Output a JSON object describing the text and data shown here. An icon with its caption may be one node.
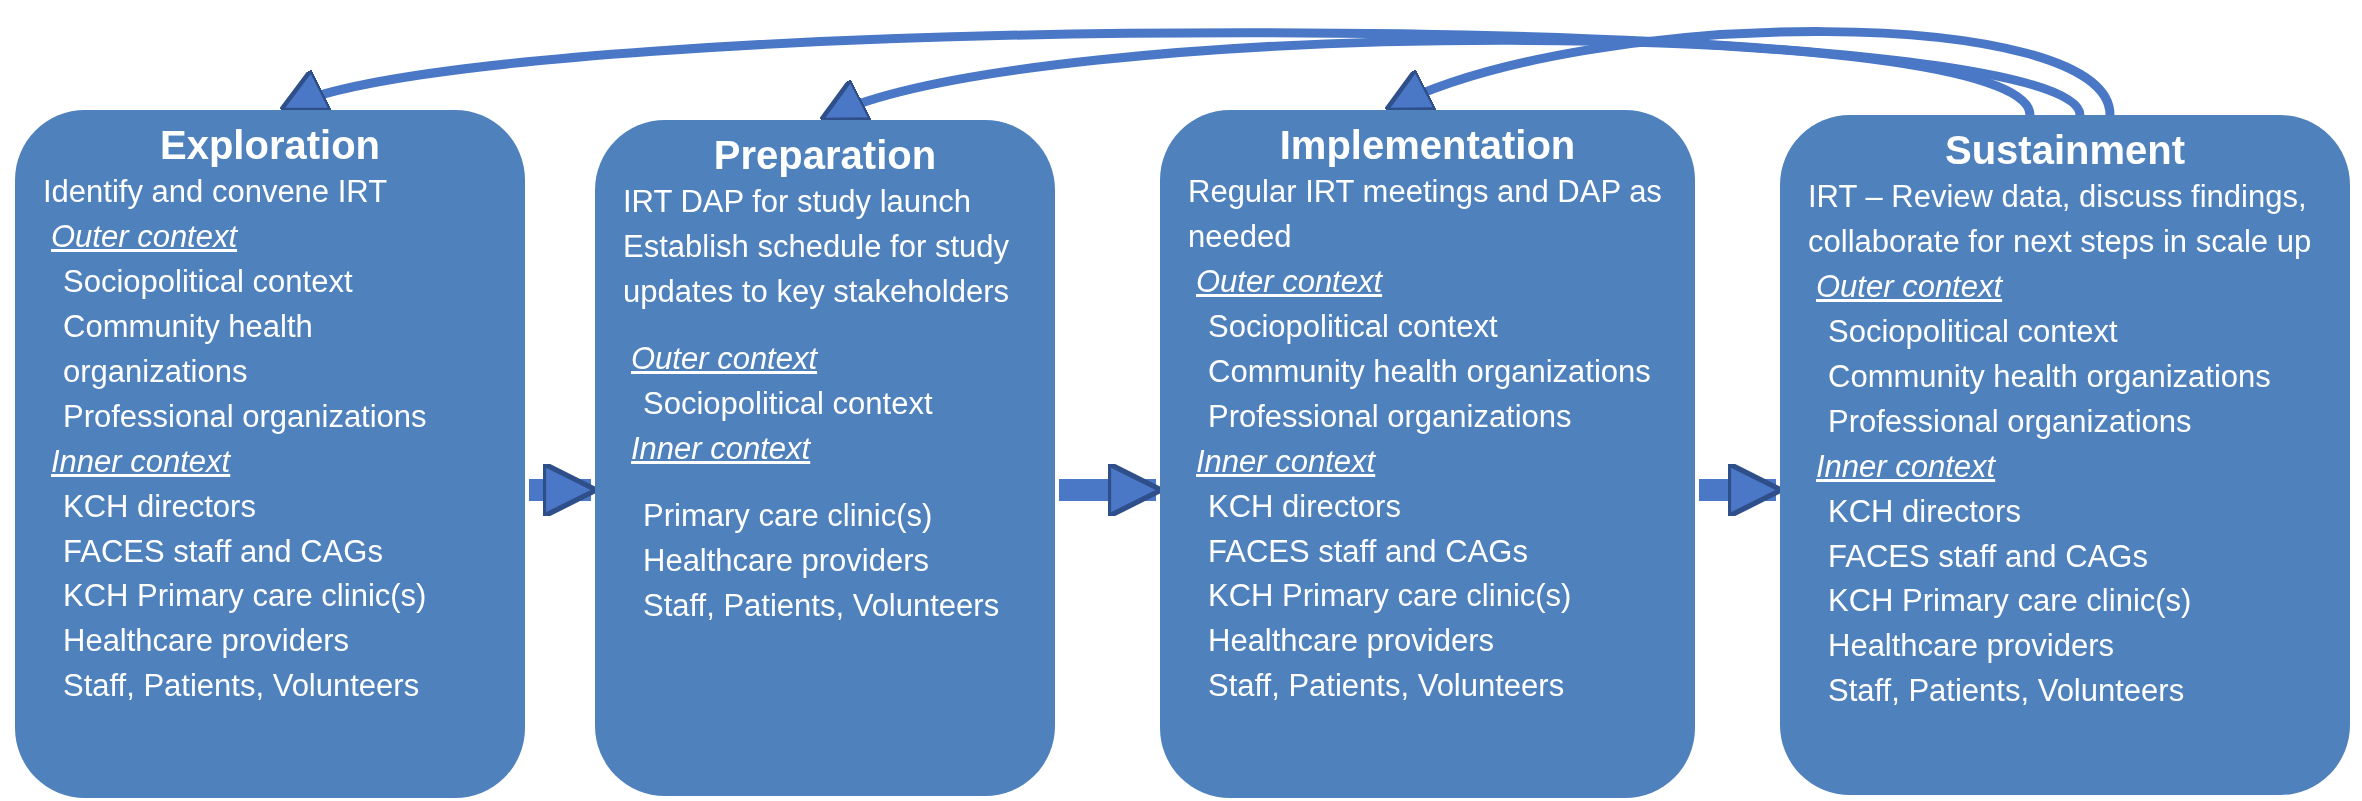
{
  "diagram": {
    "nodes": [
      {
        "text": [
          "Exploration",
          "Identify and convene IRT",
          "Outer context",
          "Sociopolitical context",
          "Community health organizations",
          "Professional organizations",
          "Inner context",
          "KCH directors",
          "FACES staff and CAGs",
          "KCH Primary care clinic(s)",
          "Healthcare providers",
          "Staff, Patients, Volunteers"
        ]
      },
      {
        "text": [
          "Preparation",
          "IRT DAP for study launch",
          "Establish schedule for study updates to key stakeholders",
          "Outer context",
          "Sociopolitical context",
          "Inner context",
          "Primary care clinic(s)",
          "Healthcare providers",
          "Staff, Patients, Volunteers"
        ]
      },
      {
        "text": [
          "Implementation",
          "Regular IRT meetings and DAP as needed",
          "Outer context",
          "Sociopolitical context",
          "Community health organizations",
          "Professional organizations",
          "Inner context",
          "KCH directors",
          "FACES staff and CAGs",
          "KCH Primary care clinic(s)",
          "Healthcare providers",
          "Staff, Patients, Volunteers"
        ]
      },
      {
        "text": [
          "Sustainment",
          "IRT – Review data, discuss findings, collaborate for next steps in scale up",
          "Outer context",
          "Sociopolitical context",
          "Community health organizations",
          "Professional organizations",
          "Inner context",
          "KCH directors",
          "FACES staff and CAGs",
          "KCH Primary care clinic(s)",
          "Healthcare providers",
          "Staff, Patients, Volunteers"
        ]
      }
    ],
    "edges": [
      {
        "from": 0,
        "to": 1,
        "arrow": "to",
        "style": "thick"
      },
      {
        "from": 1,
        "to": 2,
        "arrow": "to",
        "style": "thick"
      },
      {
        "from": 2,
        "to": 3,
        "arrow": "to",
        "style": "thick"
      },
      {
        "from": 3,
        "to": 0,
        "arrow": "to"
      },
      {
        "from": 3,
        "to": 1,
        "arrow": "to"
      },
      {
        "from": 3,
        "to": 2,
        "arrow": "to"
      }
    ]
  }
}
